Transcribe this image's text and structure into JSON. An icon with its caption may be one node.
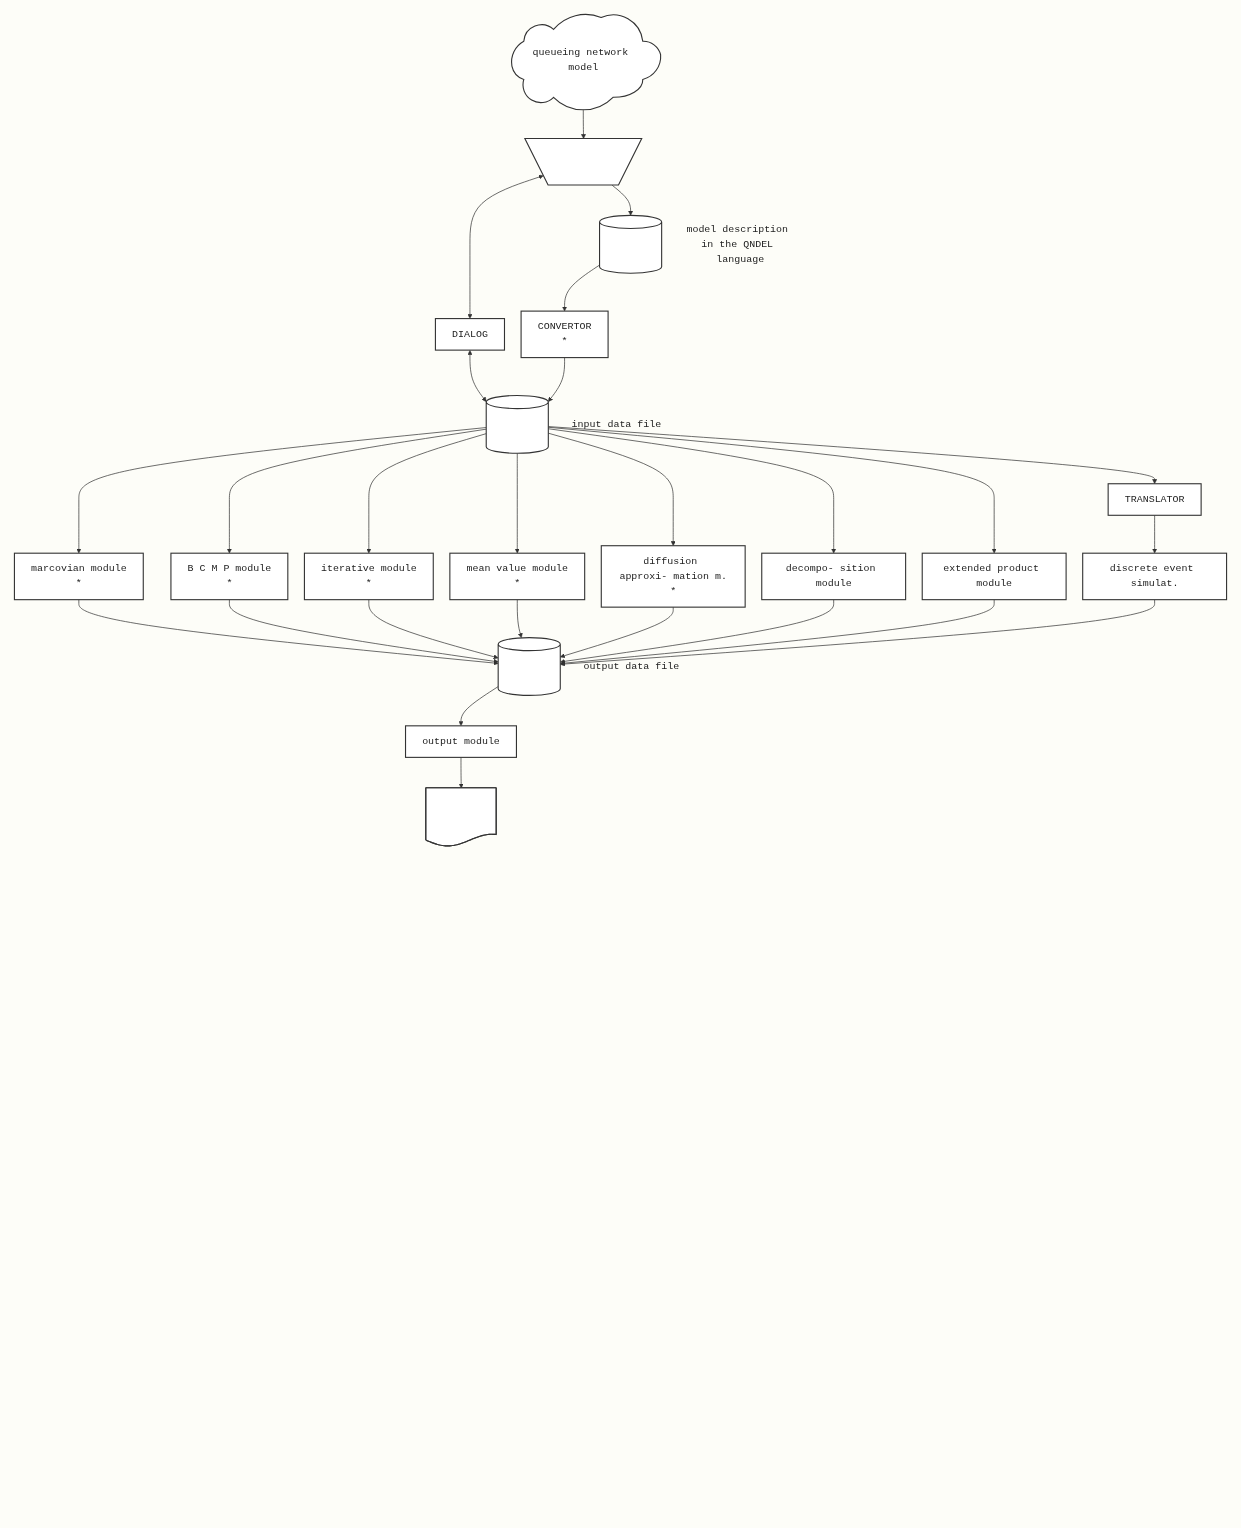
{
  "diagram": {
    "nodes": [
      {
        "text": [
          "queueing network model"
        ]
      },
      {
        "text": [],
        "shape": "trapezoid"
      },
      {
        "text": [],
        "shape": "cylinder",
        "beside": [
          "model description in the QNDEL language"
        ]
      },
      {
        "text": [
          "DIALOG"
        ]
      },
      {
        "text": [
          "CONVERTOR",
          "*"
        ]
      },
      {
        "text": [],
        "shape": "cylinder",
        "beside": [
          "input data file"
        ]
      },
      {
        "text": [
          "marcovian module",
          "*"
        ]
      },
      {
        "text": [
          "iterative module",
          "*"
        ]
      },
      {
        "text": [
          "diffusion approxi- mation m.",
          "*"
        ]
      },
      {
        "text": [
          "extended product module"
        ]
      },
      {
        "text": [
          "TRANSLATOR"
        ]
      },
      {
        "text": [
          "B C M P module",
          "*"
        ]
      },
      {
        "text": [
          "mean value module",
          "*"
        ]
      },
      {
        "text": [
          "decompo- sition module"
        ]
      },
      {
        "text": [
          "discrete event simulat."
        ]
      },
      {
        "text": [],
        "shape": "cylinder",
        "beside": [
          "output data file"
        ]
      },
      {
        "text": [
          "output module"
        ]
      },
      {
        "text": [],
        "shape": "document"
      }
    ],
    "edges": [
      {
        "from": 0,
        "to": 1,
        "arrow": "to"
      },
      {
        "from": 1,
        "to": 2,
        "arrow": "to"
      },
      {
        "from": 1,
        "to": 3,
        "arrow": "both"
      },
      {
        "from": 2,
        "to": 4,
        "arrow": "to"
      },
      {
        "from": 3,
        "to": 5,
        "arrow": "both"
      },
      {
        "from": 4,
        "to": 5,
        "arrow": "to"
      },
      {
        "from": 5,
        "to": 6,
        "arrow": "to"
      },
      {
        "from": 5,
        "to": 11,
        "arrow": "to"
      },
      {
        "from": 5,
        "to": 7,
        "arrow": "to"
      },
      {
        "from": 5,
        "to": 12,
        "arrow": "to"
      },
      {
        "from": 5,
        "to": 8,
        "arrow": "to"
      },
      {
        "from": 5,
        "to": 13,
        "arrow": "to"
      },
      {
        "from": 5,
        "to": 9,
        "arrow": "to"
      },
      {
        "from": 5,
        "to": 10,
        "arrow": "to"
      },
      {
        "from": 10,
        "to": 14,
        "arrow": "to"
      },
      {
        "from": 6,
        "to": 15,
        "arrow": "to"
      },
      {
        "from": 11,
        "to": 15,
        "arrow": "to"
      },
      {
        "from": 7,
        "to": 15,
        "arrow": "to"
      },
      {
        "from": 12,
        "to": 15,
        "arrow": "to"
      },
      {
        "from": 8,
        "to": 15,
        "arrow": "to"
      },
      {
        "from": 13,
        "to": 15,
        "arrow": "to"
      },
      {
        "from": 9,
        "to": 15,
        "arrow": "to"
      },
      {
        "from": 14,
        "to": 15,
        "arrow": "to"
      },
      {
        "from": 15,
        "to": 16,
        "arrow": "to"
      },
      {
        "from": 16,
        "to": 17,
        "arrow": "to"
      }
    ]
  }
}
